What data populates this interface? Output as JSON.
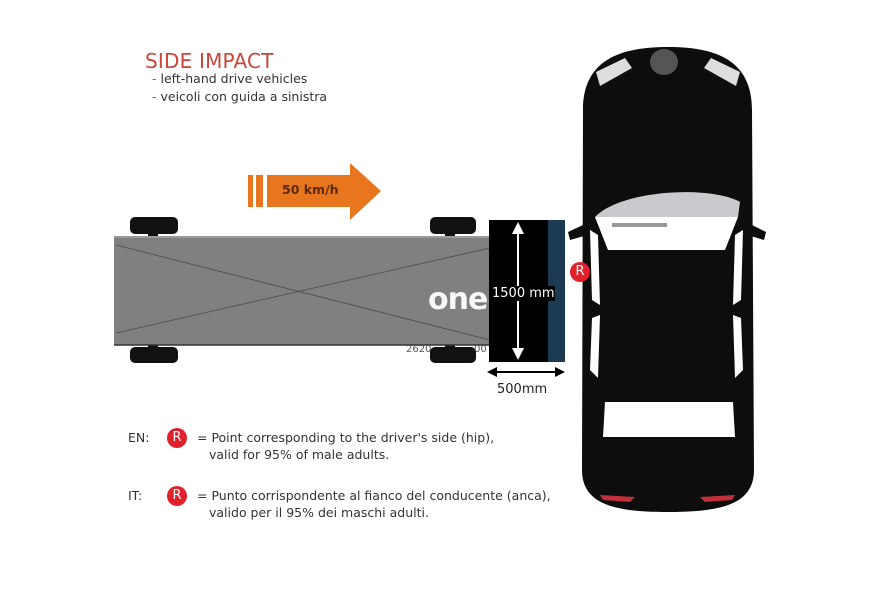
{
  "title": "SIDE IMPACT",
  "subtitle_lines": [
    "left-hand drive vehicles",
    "veicoli con guida a sinistra"
  ],
  "bullet": "-",
  "speed_label": "50 km/h",
  "barrier_height_label": "1500 mm",
  "barrier_depth_label": "500mm",
  "trolley_label_partial": [
    "2620",
    "00"
  ],
  "watermark": "one",
  "marker_letter": "R",
  "legend": [
    {
      "lang": "EN:",
      "line1": "= Point corresponding to the driver's side (hip),",
      "line2": "valid for 95% of male adults."
    },
    {
      "lang": "IT:",
      "line1": "= Punto corrispondente al fianco del conducente (anca),",
      "line2": "valido per il 95% dei maschi adulti."
    }
  ],
  "colors": {
    "accent": "#c9443a",
    "arrow": "#e8761e",
    "marker": "#e0202a",
    "trolley": "#808080",
    "car": "#0d0d0d"
  }
}
